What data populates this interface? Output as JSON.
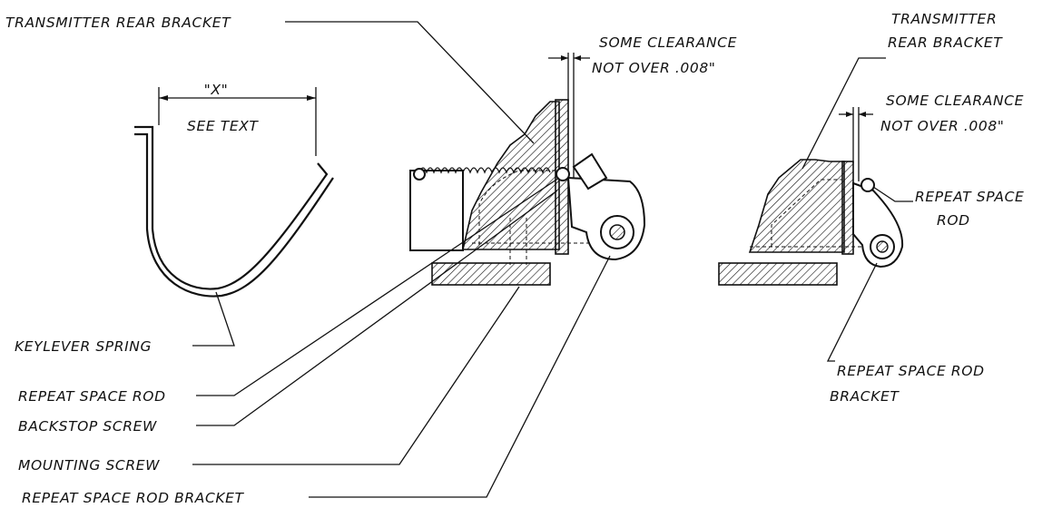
{
  "labels": {
    "transmitter_rear_bracket_left": "TRANSMITTER REAR BRACKET",
    "some_clearance_left_1": "SOME CLEARANCE",
    "some_clearance_left_2": "NOT OVER .008\"",
    "x_dim": "\"X\"",
    "see_text": "SEE TEXT",
    "transmitter_rear_bracket_right_1": "TRANSMITTER",
    "transmitter_rear_bracket_right_2": "REAR BRACKET",
    "some_clearance_right_1": "SOME CLEARANCE",
    "some_clearance_right_2": "NOT OVER .008\"",
    "repeat_space_rod_right_1": "REPEAT SPACE",
    "repeat_space_rod_right_2": "ROD",
    "keylever_spring": "KEYLEVER SPRING",
    "repeat_space_rod": "REPEAT SPACE ROD",
    "backstop_screw": "BACKSTOP SCREW",
    "mounting_screw": "MOUNTING SCREW",
    "repeat_space_rod_bracket": "REPEAT SPACE ROD BRACKET",
    "repeat_space_rod_bracket_right_1": "REPEAT SPACE ROD",
    "repeat_space_rod_bracket_right_2": "BRACKET"
  }
}
